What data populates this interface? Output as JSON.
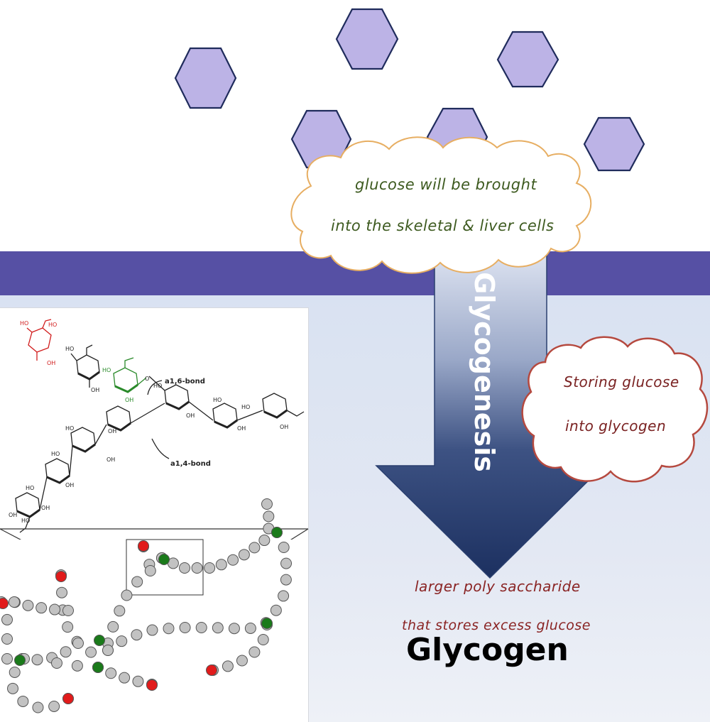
{
  "arrow_label": "Glycogenesis",
  "product_label": "Glycogen",
  "notes": {
    "glucose_intake_line1": "glucose will be brought",
    "glucose_intake_line2": "into the skeletal & liver cells",
    "storing_line1": "Storing glucose",
    "storing_line2": "into glycogen",
    "polysaccharide_line1": "larger poly saccharide",
    "polysaccharide_line2": "that stores excess glucose"
  },
  "structure_labels": {
    "alpha16_bond": "a1,6-bond",
    "alpha14_bond": "a1,4-bond",
    "oh": "OH",
    "ho": "HO",
    "o": "O"
  },
  "colors": {
    "band": "#5650a4",
    "glucose_hexagon_fill": "#bcb3e6",
    "glucose_hexagon_stroke": "#1f2b5c",
    "arrow_top": "#e2e8f4",
    "arrow_bottom": "#1f3566",
    "intake_cloud_stroke": "#e7ae62",
    "intake_text": "#3d5a1f",
    "storing_cloud_stroke": "#b5493f",
    "storing_text": "#7a2222",
    "polysaccharide_text": "#8a2424",
    "terminal_residue": "#e11b1b",
    "branch_residue": "#1a7a1a",
    "chain_residue": "#c2c2c2"
  }
}
